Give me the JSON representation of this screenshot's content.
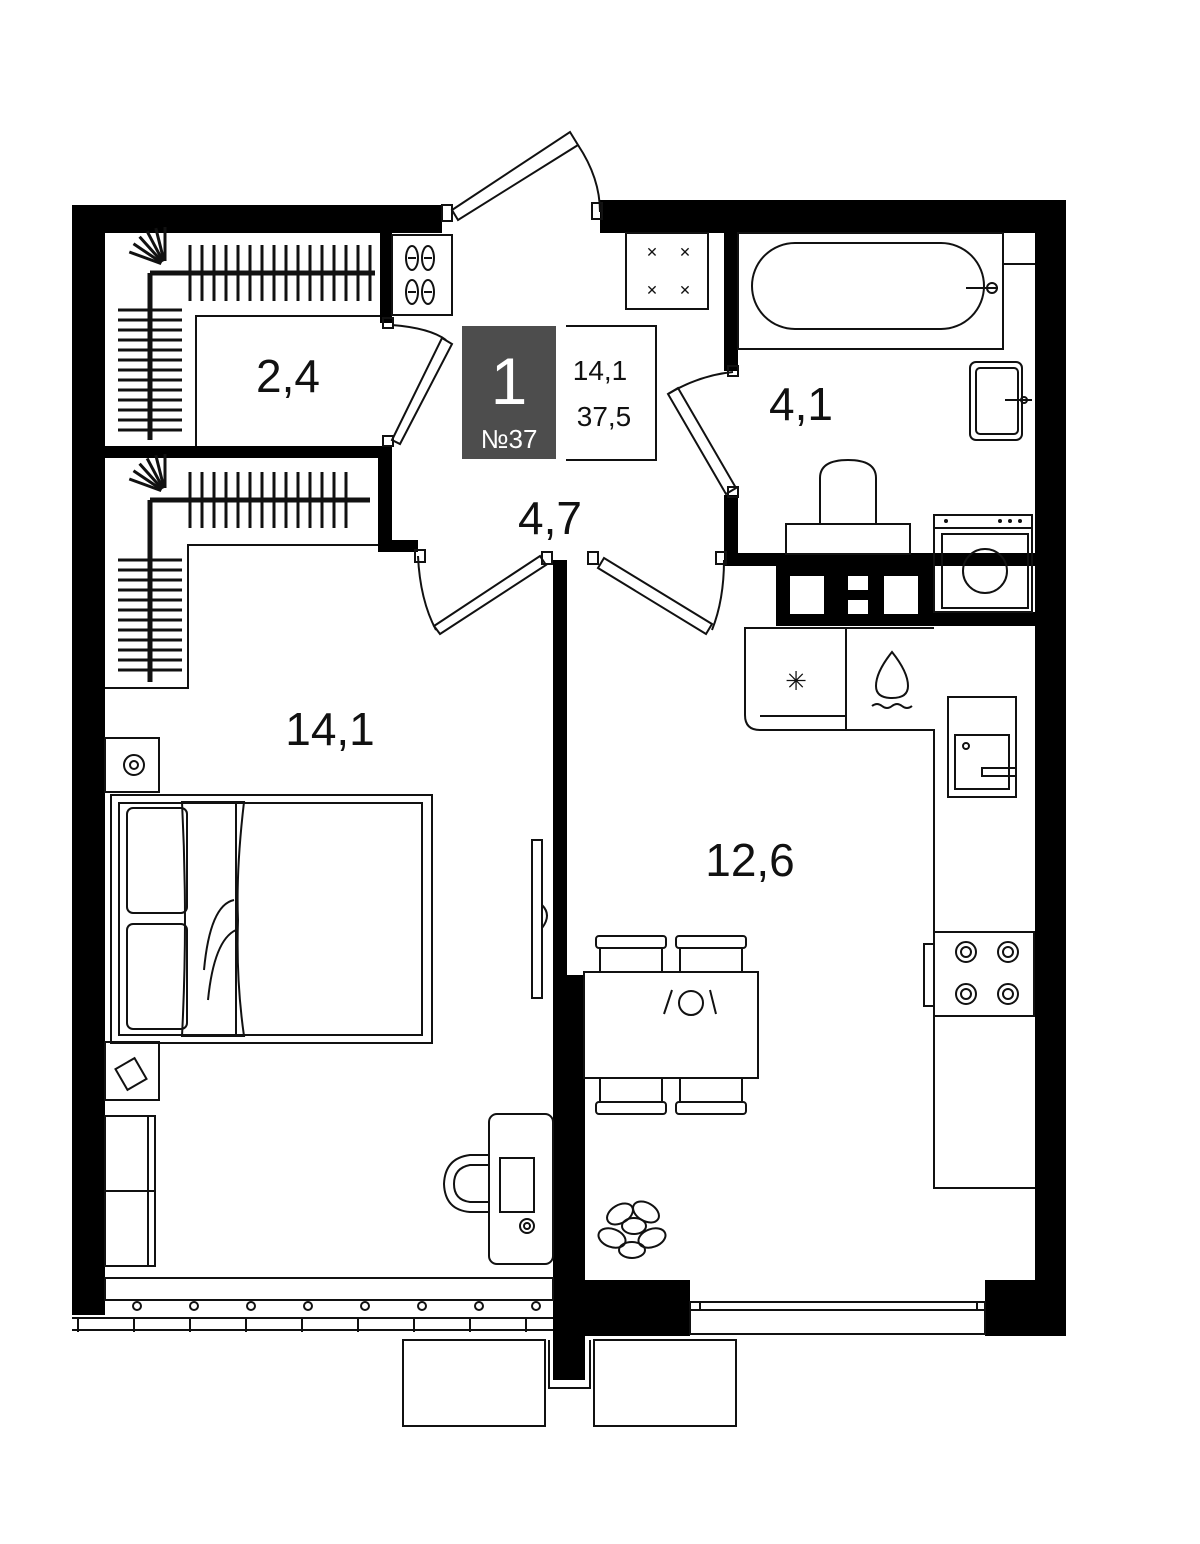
{
  "apartment": {
    "rooms_count": "1",
    "number_label": "№37",
    "living_area": "14,1",
    "total_area": "37,5",
    "badge_color": "#4d4d4d"
  },
  "rooms": {
    "wardrobe": "2,4",
    "hall": "4,7",
    "bathroom": "4,1",
    "bedroom": "14,1",
    "kitchen": "12,6"
  },
  "icons": {
    "shoes": "shoe-rack-icon",
    "fridge_symbol": "snowflake",
    "sink_symbol": "water-drop"
  }
}
